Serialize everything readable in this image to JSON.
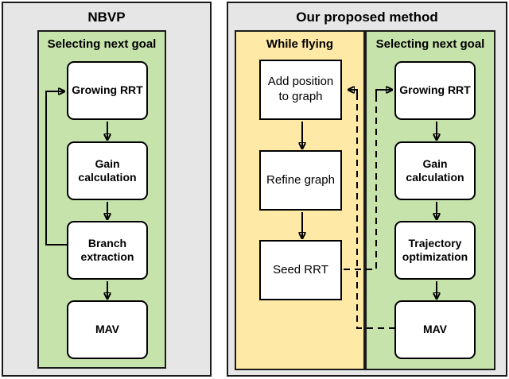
{
  "diagram": {
    "left_panel": {
      "title": "NBVP",
      "section": {
        "title": "Selecting next goal",
        "boxes": {
          "growing_rrt": "Growing RRT",
          "gain_calculation": "Gain calculation",
          "branch_extraction": "Branch extraction",
          "mav": "MAV"
        }
      }
    },
    "right_panel": {
      "title": "Our proposed method",
      "while_flying": {
        "title": "While flying",
        "boxes": {
          "add_position": "Add position to graph",
          "refine_graph": "Refine graph",
          "seed_rrt": "Seed RRT"
        }
      },
      "selecting_next_goal": {
        "title": "Selecting next goal",
        "boxes": {
          "growing_rrt": "Growing RRT",
          "gain_calculation": "Gain calculation",
          "trajectory_optimization": "Trajectory optimization",
          "mav": "MAV"
        }
      }
    },
    "colors": {
      "outer_panel_bg": "#e6e6e6",
      "green_section_bg": "#c7e3ac",
      "yellow_section_bg": "#ffe9a6",
      "box_bg": "#ffffff",
      "border": "#1a1a1a",
      "line": "#000000",
      "text": "#000000"
    }
  }
}
